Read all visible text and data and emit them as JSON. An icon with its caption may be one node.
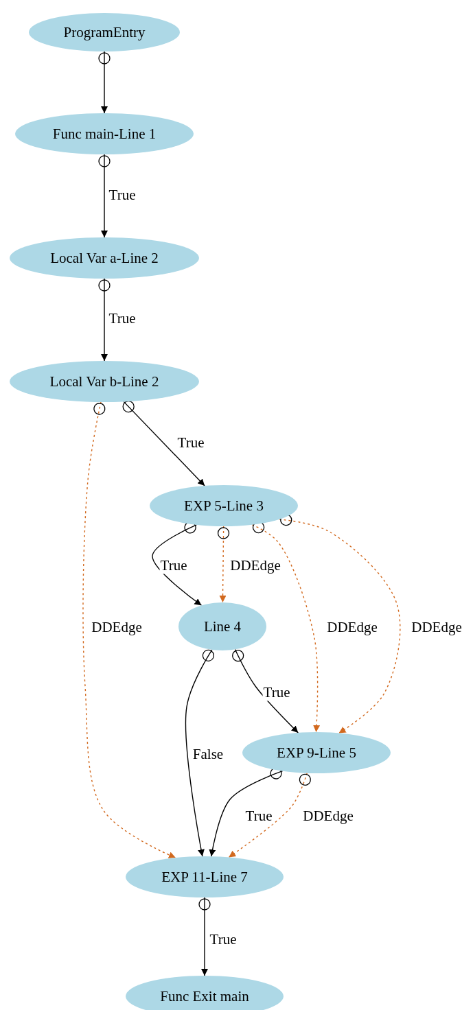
{
  "diagram": {
    "nodes": [
      {
        "text": [
          "ProgramEntry"
        ]
      },
      {
        "text": [
          "Func main-Line 1"
        ]
      },
      {
        "text": [
          "Local Var a-Line 2"
        ]
      },
      {
        "text": [
          "Local Var b-Line 2"
        ]
      },
      {
        "text": [
          "EXP 5-Line 3"
        ]
      },
      {
        "text": [
          "Line 4"
        ]
      },
      {
        "text": [
          "EXP 9-Line 5"
        ]
      },
      {
        "text": [
          "EXP 11-Line 7"
        ]
      },
      {
        "text": [
          "Func Exit main"
        ]
      }
    ],
    "edges": [
      {
        "from": 0,
        "to": 1,
        "arrow": "to"
      },
      {
        "from": 1,
        "to": 2,
        "arrow": "to",
        "label": "True"
      },
      {
        "from": 2,
        "to": 3,
        "arrow": "to",
        "label": "True"
      },
      {
        "from": 3,
        "to": 4,
        "arrow": "to",
        "label": "True"
      },
      {
        "from": 3,
        "to": 7,
        "arrow": "to",
        "label": "DDEdge",
        "style": "dashed",
        "color": "#d2691e"
      },
      {
        "from": 4,
        "to": 5,
        "arrow": "to",
        "label": "True"
      },
      {
        "from": 4,
        "to": 5,
        "arrow": "to",
        "label": "DDEdge",
        "style": "dashed",
        "color": "#d2691e"
      },
      {
        "from": 4,
        "to": 6,
        "arrow": "to",
        "label": "DDEdge",
        "style": "dashed",
        "color": "#d2691e"
      },
      {
        "from": 4,
        "to": 6,
        "arrow": "to",
        "label": "DDEdge",
        "style": "dashed",
        "color": "#d2691e"
      },
      {
        "from": 5,
        "to": 7,
        "arrow": "to",
        "label": "False"
      },
      {
        "from": 5,
        "to": 6,
        "arrow": "to",
        "label": "True"
      },
      {
        "from": 6,
        "to": 7,
        "arrow": "to",
        "label": "True"
      },
      {
        "from": 6,
        "to": 7,
        "arrow": "to",
        "label": "DDEdge",
        "style": "dashed",
        "color": "#d2691e"
      },
      {
        "from": 7,
        "to": 8,
        "arrow": "to",
        "label": "True"
      }
    ]
  }
}
